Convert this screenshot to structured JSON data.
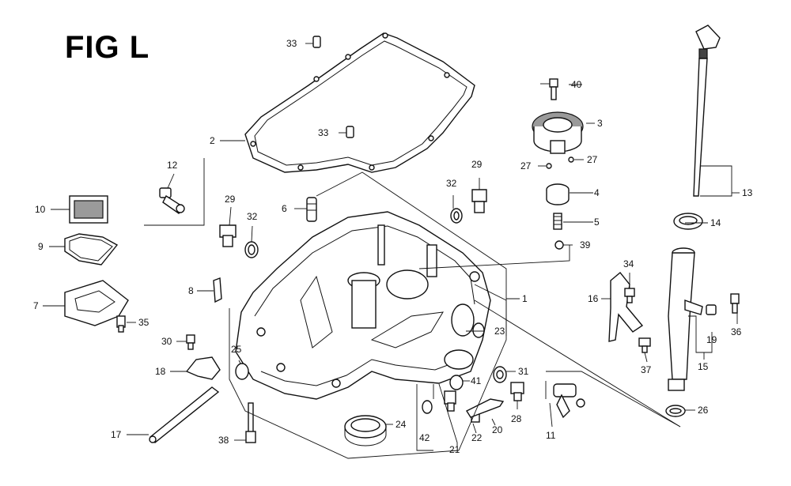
{
  "figure": {
    "title": "FIG L"
  },
  "callouts": [
    {
      "id": "c1",
      "label": "1"
    },
    {
      "id": "c2",
      "label": "2"
    },
    {
      "id": "c3",
      "label": "3"
    },
    {
      "id": "c4",
      "label": "4"
    },
    {
      "id": "c5",
      "label": "5"
    },
    {
      "id": "c6",
      "label": "6"
    },
    {
      "id": "c7",
      "label": "7"
    },
    {
      "id": "c8",
      "label": "8"
    },
    {
      "id": "c9",
      "label": "9"
    },
    {
      "id": "c10",
      "label": "10"
    },
    {
      "id": "c11",
      "label": "11"
    },
    {
      "id": "c12",
      "label": "12"
    },
    {
      "id": "c13",
      "label": "13"
    },
    {
      "id": "c14",
      "label": "14"
    },
    {
      "id": "c15",
      "label": "15"
    },
    {
      "id": "c16",
      "label": "16"
    },
    {
      "id": "c17",
      "label": "17"
    },
    {
      "id": "c18",
      "label": "18"
    },
    {
      "id": "c19",
      "label": "19"
    },
    {
      "id": "c20",
      "label": "20"
    },
    {
      "id": "c21",
      "label": "21"
    },
    {
      "id": "c22",
      "label": "22"
    },
    {
      "id": "c23",
      "label": "23"
    },
    {
      "id": "c24",
      "label": "24"
    },
    {
      "id": "c25",
      "label": "25"
    },
    {
      "id": "c26",
      "label": "26"
    },
    {
      "id": "c27a",
      "label": "27"
    },
    {
      "id": "c27b",
      "label": "27"
    },
    {
      "id": "c28",
      "label": "28"
    },
    {
      "id": "c29a",
      "label": "29"
    },
    {
      "id": "c29b",
      "label": "29"
    },
    {
      "id": "c30",
      "label": "30"
    },
    {
      "id": "c31",
      "label": "31"
    },
    {
      "id": "c32a",
      "label": "32"
    },
    {
      "id": "c32b",
      "label": "32"
    },
    {
      "id": "c33a",
      "label": "33"
    },
    {
      "id": "c33b",
      "label": "33"
    },
    {
      "id": "c34",
      "label": "34"
    },
    {
      "id": "c35",
      "label": "35"
    },
    {
      "id": "c36",
      "label": "36"
    },
    {
      "id": "c37",
      "label": "37"
    },
    {
      "id": "c38",
      "label": "38"
    },
    {
      "id": "c39",
      "label": "39"
    },
    {
      "id": "c40",
      "label": "40"
    },
    {
      "id": "c41",
      "label": "41"
    },
    {
      "id": "c42",
      "label": "42"
    }
  ]
}
